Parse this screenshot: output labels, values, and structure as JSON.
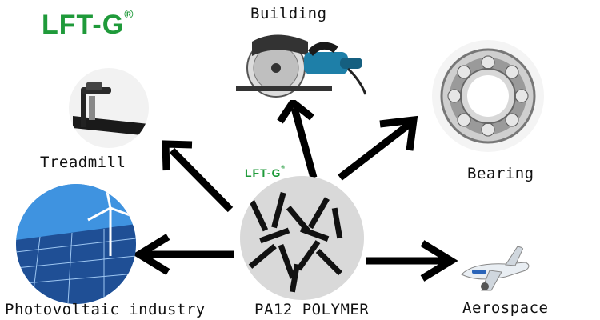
{
  "brand": {
    "logo_text": "LFT-G",
    "trademark": "®",
    "center_logo_text": "LFT-G",
    "center_trademark": "®"
  },
  "applications": {
    "building": "Building",
    "treadmill": "Treadmill",
    "bearing": "Bearing",
    "photovoltaic": "Photovoltaic industry",
    "aerospace": "Aerospace"
  },
  "center": {
    "label": "PA12 POLYMER"
  },
  "colors": {
    "brand_green": "#1f9a3a",
    "arrow": "#000000"
  }
}
